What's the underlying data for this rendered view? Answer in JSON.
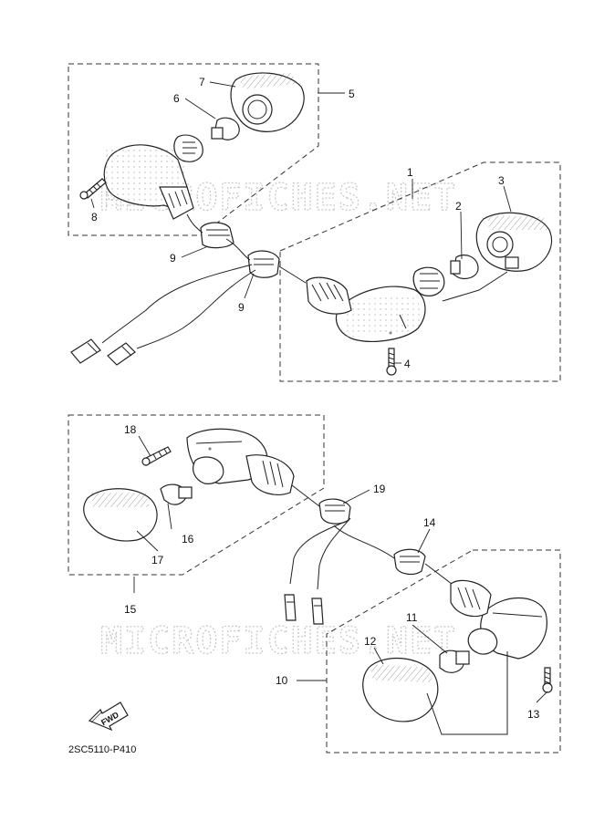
{
  "watermark": "MICROFICHES.NET",
  "diagram_code": "2SC5110-P410",
  "fwd_label": "FWD",
  "callouts": {
    "c1": "1",
    "c2": "2",
    "c3": "3",
    "c4": "4",
    "c5": "5",
    "c6": "6",
    "c7": "7",
    "c8": "8",
    "c9a": "9",
    "c9b": "9",
    "c10": "10",
    "c11": "11",
    "c12": "12",
    "c13": "13",
    "c14": "14",
    "c15": "15",
    "c16": "16",
    "c17": "17",
    "c18": "18",
    "c19": "19"
  }
}
